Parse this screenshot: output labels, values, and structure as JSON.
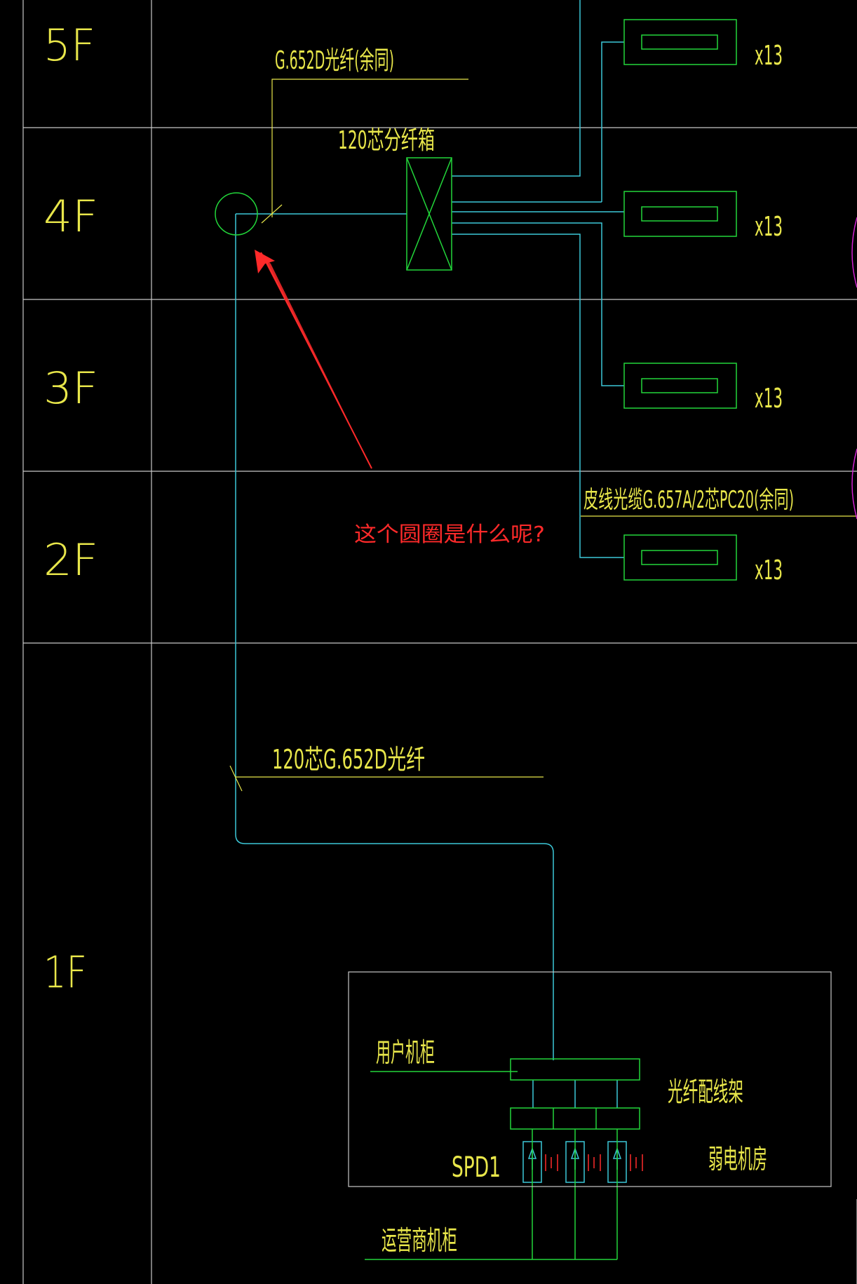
{
  "floors": [
    {
      "label": "5F"
    },
    {
      "label": "4F"
    },
    {
      "label": "3F"
    },
    {
      "label": "2F"
    },
    {
      "label": "1F"
    }
  ],
  "labels": {
    "fiber_riser_top": "G.652D光纤(余同)",
    "splitter_box": "120芯分纤箱",
    "fiber_main": "120芯G.652D光纤",
    "drop_cable": "皮线光缆G.657A/2芯PC20(余同)",
    "user_cabinet": "用户机柜",
    "odf": "光纤配线架",
    "spd": "SPD1",
    "weak_room": "弱电机房",
    "operator_cabinet": "运营商机柜"
  },
  "multipliers": [
    "x13",
    "x13",
    "x13",
    "x13"
  ],
  "annotation": {
    "question": "这个圆圈是什么呢?"
  },
  "colors": {
    "background": "#000000",
    "grid": "#c8c8c8",
    "cyan": "#3cc8d8",
    "green": "#22d63a",
    "yellow": "#e8e64a",
    "red": "#ff2a2a",
    "magenta": "#d020d0"
  }
}
